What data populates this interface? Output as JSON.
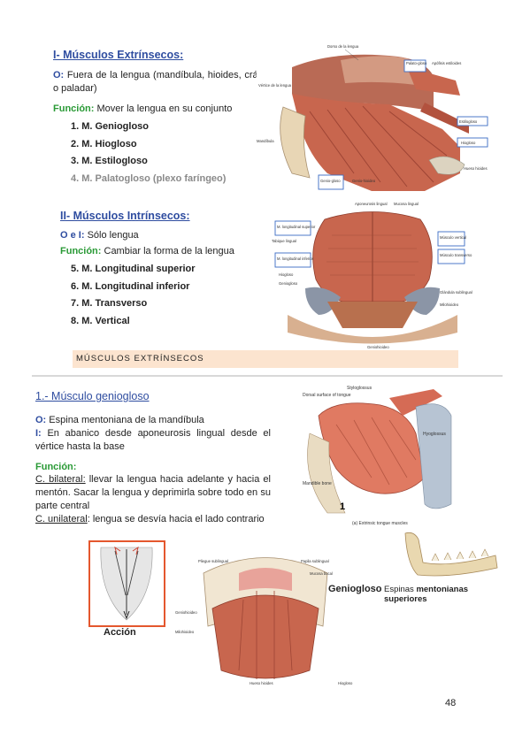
{
  "s1": {
    "title": "I- Músculos Extrínsecos:",
    "o_label": "O:",
    "o_text": " Fuera de la lengua (mandíbula, hioides, cráneo o paladar)",
    "func_label": "Función:",
    "func_text": " Mover la lengua en su conjunto",
    "items": [
      {
        "text": "1. M. Geniogloso"
      },
      {
        "text": "2. M. Hiogloso"
      },
      {
        "text": "3. M. Estilogloso"
      },
      {
        "text": "4. M. Palatogloso (plexo faríngeo)"
      }
    ]
  },
  "s2": {
    "title": "II- Músculos Intrínsecos:",
    "oi_label": "O e I:",
    "oi_text": " Sólo lengua",
    "func_label": "Función:",
    "func_text": " Cambiar la forma de la lengua",
    "items": [
      {
        "text": "5. M. Longitudinal superior"
      },
      {
        "text": "6. M. Longitudinal inferior"
      },
      {
        "text": "7. M. Transverso"
      },
      {
        "text": "8. M. Vertical"
      }
    ]
  },
  "fig1": {
    "dorso": "Dorso de la lengua",
    "palatogloso": "Palato-gloso",
    "apofisis": "Apófisis estiloides",
    "vertice": "Vértice de la lengua",
    "estilogloso": "Estilogloso",
    "mandibula": "Mandíbula",
    "hiogloso": "Hiogloso",
    "hueso": "Hueso hioides",
    "geniogloso": "Genio-gloso",
    "geniohioideo": "Genio-hioideo"
  },
  "fig2": {
    "aponeurosis": "Aponeurosis lingual",
    "mucosa": "Mucosa lingual",
    "long_sup": "M. longitudinal superior",
    "tabique": "Tabique lingual",
    "vertical": "Músculo vertical",
    "long_inf": "M. longitudinal inferior",
    "transverso": "Músculo transverso",
    "hiogloso": "Hiogloso",
    "geniogloso": "Geniogloso",
    "glandula": "Glándula sublingual",
    "milohioideo": "Milohioideo",
    "geniohioideo": "Geniohioideo"
  },
  "banner": "MÚSCULOS EXTRÍNSECOS",
  "s3": {
    "title": "1.- Músculo geniogloso",
    "o_label": "O:",
    "o_text": " Espina mentoniana de la mandíbula",
    "i_label": "I:",
    "i_text": " En abanico desde aponeurosis lingual desde el vértice hasta la base",
    "func_label": "Función:",
    "bilateral_label": "C. bilateral:",
    "bilateral_text": " llevar la lengua hacia adelante y hacia el mentón. Sacar la lengua y deprimirla sobre todo en su parte central",
    "unilateral_label": "C. unilateral",
    "unilateral_text": ": lengua se desvía hacia el lado contrario"
  },
  "fig3": {
    "dorsal": "Dorsal surface of tongue",
    "styloglossus": "Styloglossus",
    "hyoglossus": "Hyoglossus",
    "mandible": "Mandible bone",
    "number": "1",
    "caption": "(a) Extrinsic tongue muscles"
  },
  "accion": "Acción",
  "fig4": {
    "geniogloso": "Geniogloso",
    "labels": [
      "Pliegue sublingual",
      "Papila sublingual",
      "Mucosa bucal",
      "Geniohioideo",
      "Milohioideo",
      "Hueso hioides",
      "Hiogloso"
    ]
  },
  "fig5": {
    "espinas": "Espinas",
    "mentonianas": "mentonianas superiores"
  },
  "page_number": "48",
  "colors": {
    "accent_blue": "#2f4da0",
    "accent_green": "#2a9a36",
    "banner_bg": "#fce4cf",
    "muscle": "#c8664e"
  }
}
